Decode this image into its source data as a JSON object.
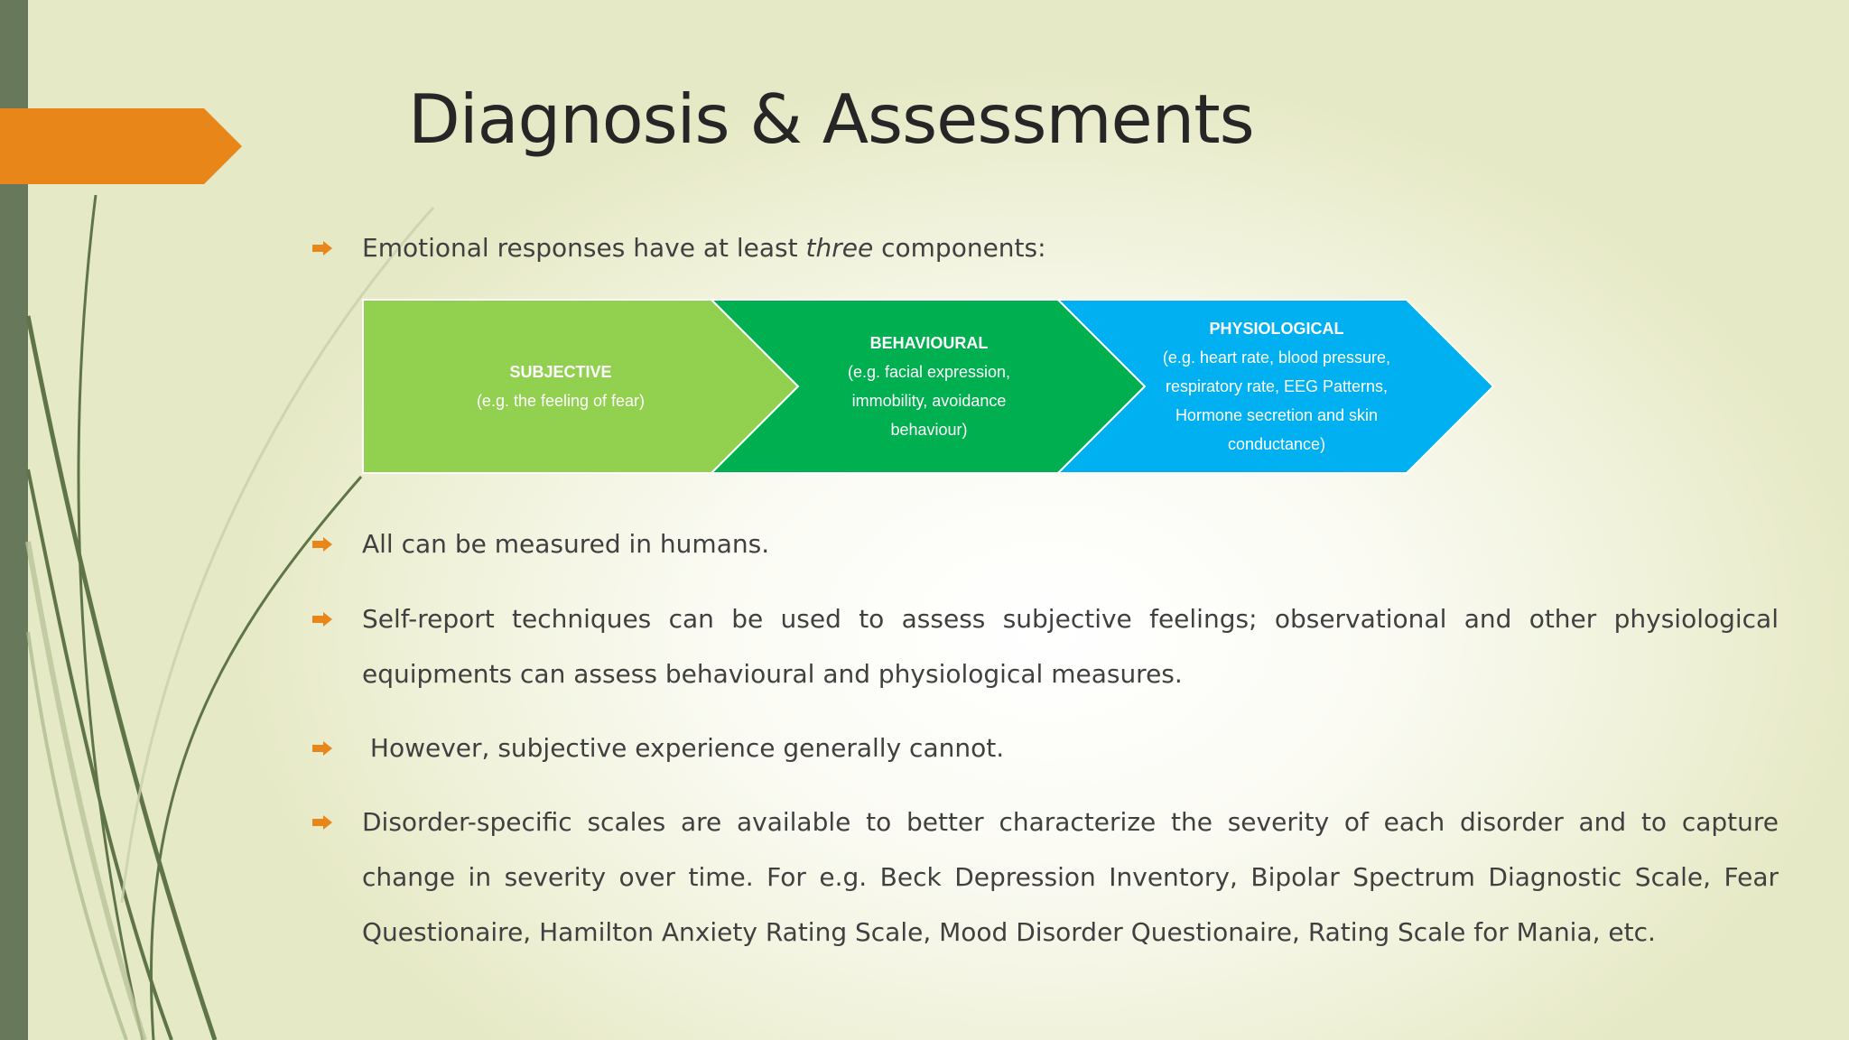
{
  "slide": {
    "title": "Diagnosis & Assessments"
  },
  "bullets": {
    "intro": {
      "before": "Emotional responses have at least ",
      "emphasis": "three",
      "after": " components:"
    },
    "items": [
      "All can be measured in humans.",
      "Self-report techniques can be used to assess subjective feelings; observational and other physiological equipments can assess behavioural and physiological measures.",
      " However, subjective experience generally cannot.",
      "Disorder-specific scales are available to better characterize the severity of each disorder and to capture change in severity over time. For e.g. Beck Depression Inventory, Bipolar Spectrum Diagnostic Scale, Fear Questionaire, Hamilton Anxiety Rating Scale, Mood Disorder Questionaire, Rating Scale for Mania, etc."
    ]
  },
  "components": [
    {
      "heading": "SUBJECTIVE",
      "lines": [
        "(e.g. the feeling of fear)"
      ],
      "color": "#92d050"
    },
    {
      "heading": "BEHAVIOURAL",
      "lines": [
        "(e.g. facial expression,",
        "immobility, avoidance",
        "behaviour)"
      ],
      "color": "#00b050"
    },
    {
      "heading": "PHYSIOLOGICAL",
      "lines": [
        "(e.g. heart rate, blood pressure,",
        "respiratory rate, EEG Patterns,",
        "Hormone secretion and skin",
        "conductance)"
      ],
      "color": "#00b0f0"
    }
  ],
  "theme": {
    "accent": "#e8861a",
    "bar": "#67795a",
    "grass": "#5f7447"
  }
}
